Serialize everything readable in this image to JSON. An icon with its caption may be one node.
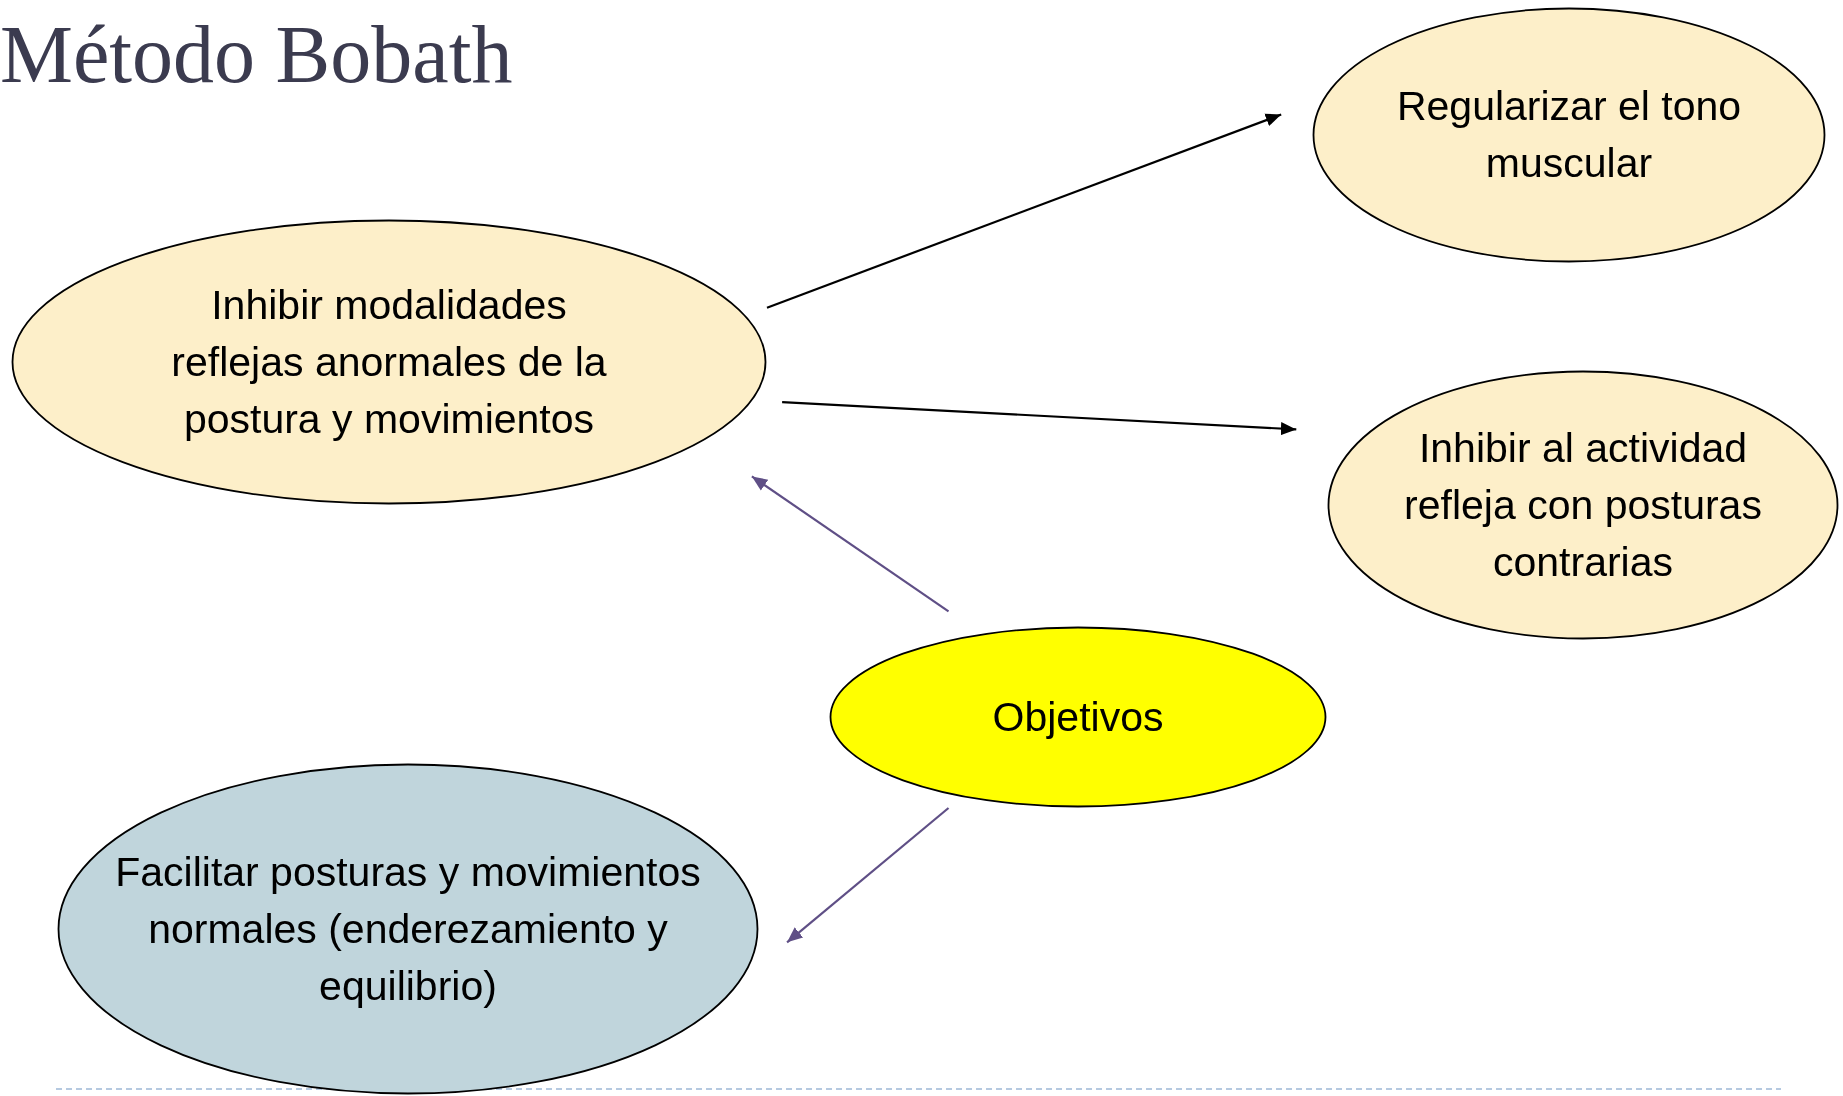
{
  "diagram": {
    "title": "Método Bobath",
    "nodes": [
      {
        "text": [
          "Regularizar el tono muscular"
        ]
      },
      {
        "text": [
          "Inhibir modalidades reflejas anormales de la postura y movimientos"
        ]
      },
      {
        "text": [
          "Inhibir al actividad refleja con posturas contrarias"
        ]
      },
      {
        "text": [
          "Objetivos"
        ]
      },
      {
        "text": [
          "Facilitar posturas y movimientos normales (enderezamiento y equilibrio)"
        ]
      }
    ],
    "edges": [
      {
        "from": 1,
        "to": 0,
        "arrow": "to"
      },
      {
        "from": 1,
        "to": 2,
        "arrow": "to"
      },
      {
        "from": 3,
        "to": 1,
        "arrow": "to",
        "color": "#5f4f86"
      },
      {
        "from": 3,
        "to": 4,
        "arrow": "to",
        "color": "#5f4f86"
      }
    ]
  }
}
